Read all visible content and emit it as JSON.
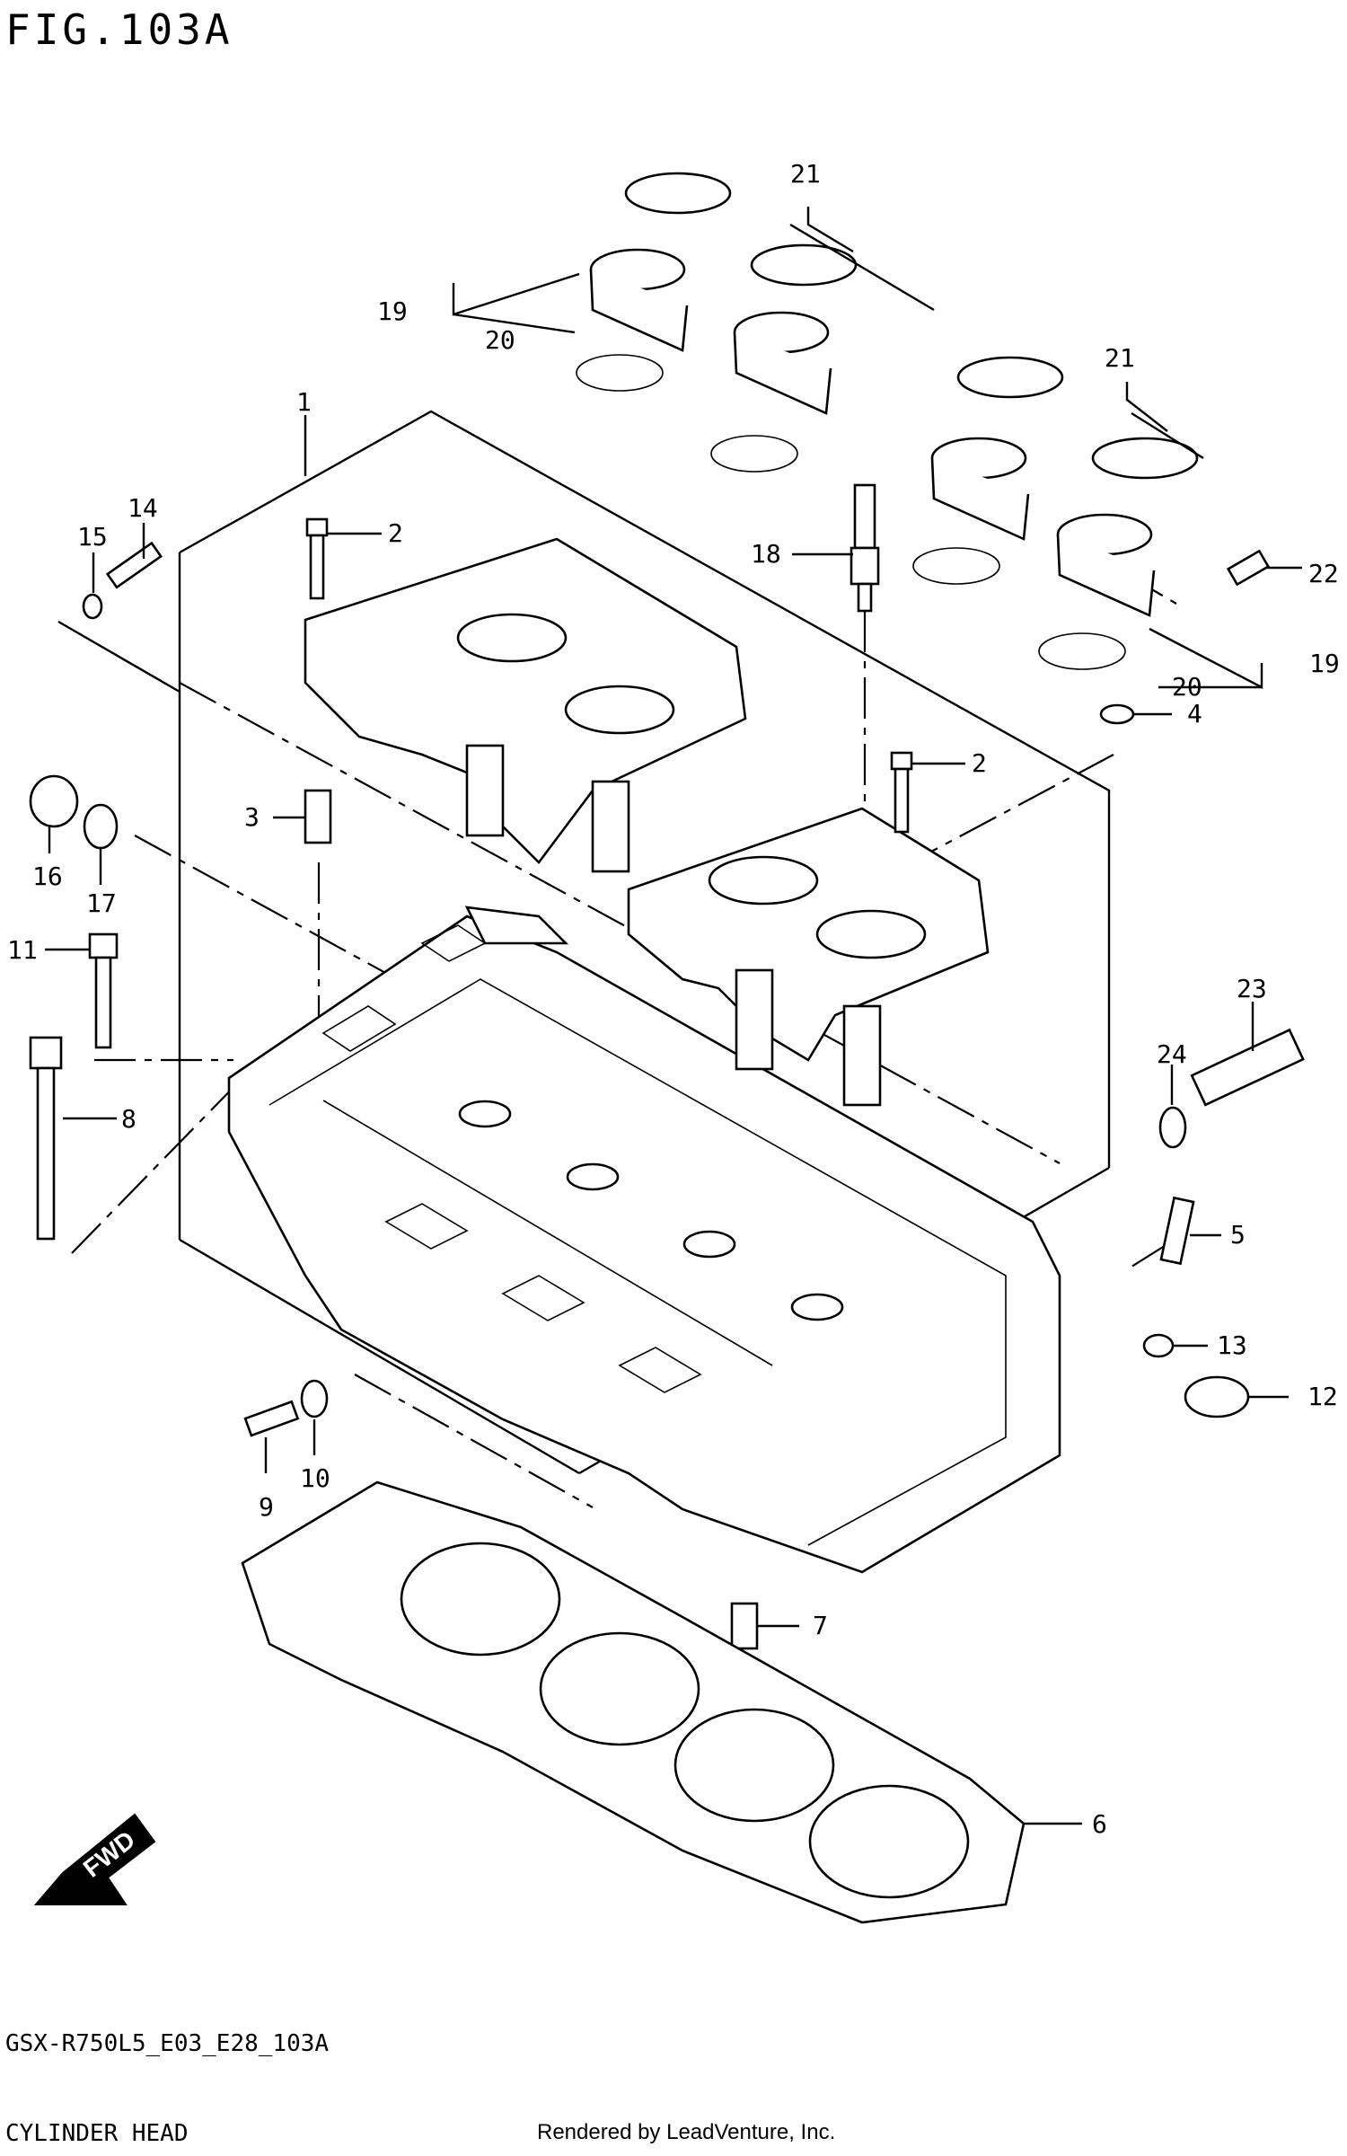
{
  "header": {
    "figure_title": "FIG.103A"
  },
  "footer": {
    "diagram_code": "GSX-R750L5_E03_E28_103A",
    "assembly_name": "CYLINDER HEAD",
    "credit": "Rendered by LeadVenture, Inc."
  },
  "fwd_label": "FWD",
  "callouts": {
    "c1": "1",
    "c2a": "2",
    "c2b": "2",
    "c3": "3",
    "c4": "4",
    "c5": "5",
    "c6": "6",
    "c7": "7",
    "c8": "8",
    "c9": "9",
    "c10": "10",
    "c11": "11",
    "c12": "12",
    "c13": "13",
    "c14": "14",
    "c15": "15",
    "c16": "16",
    "c17": "17",
    "c18": "18",
    "c19a": "19",
    "c19b": "19",
    "c20a": "20",
    "c20b": "20",
    "c21a": "21",
    "c21b": "21",
    "c22": "22",
    "c23": "23",
    "c24": "24"
  }
}
